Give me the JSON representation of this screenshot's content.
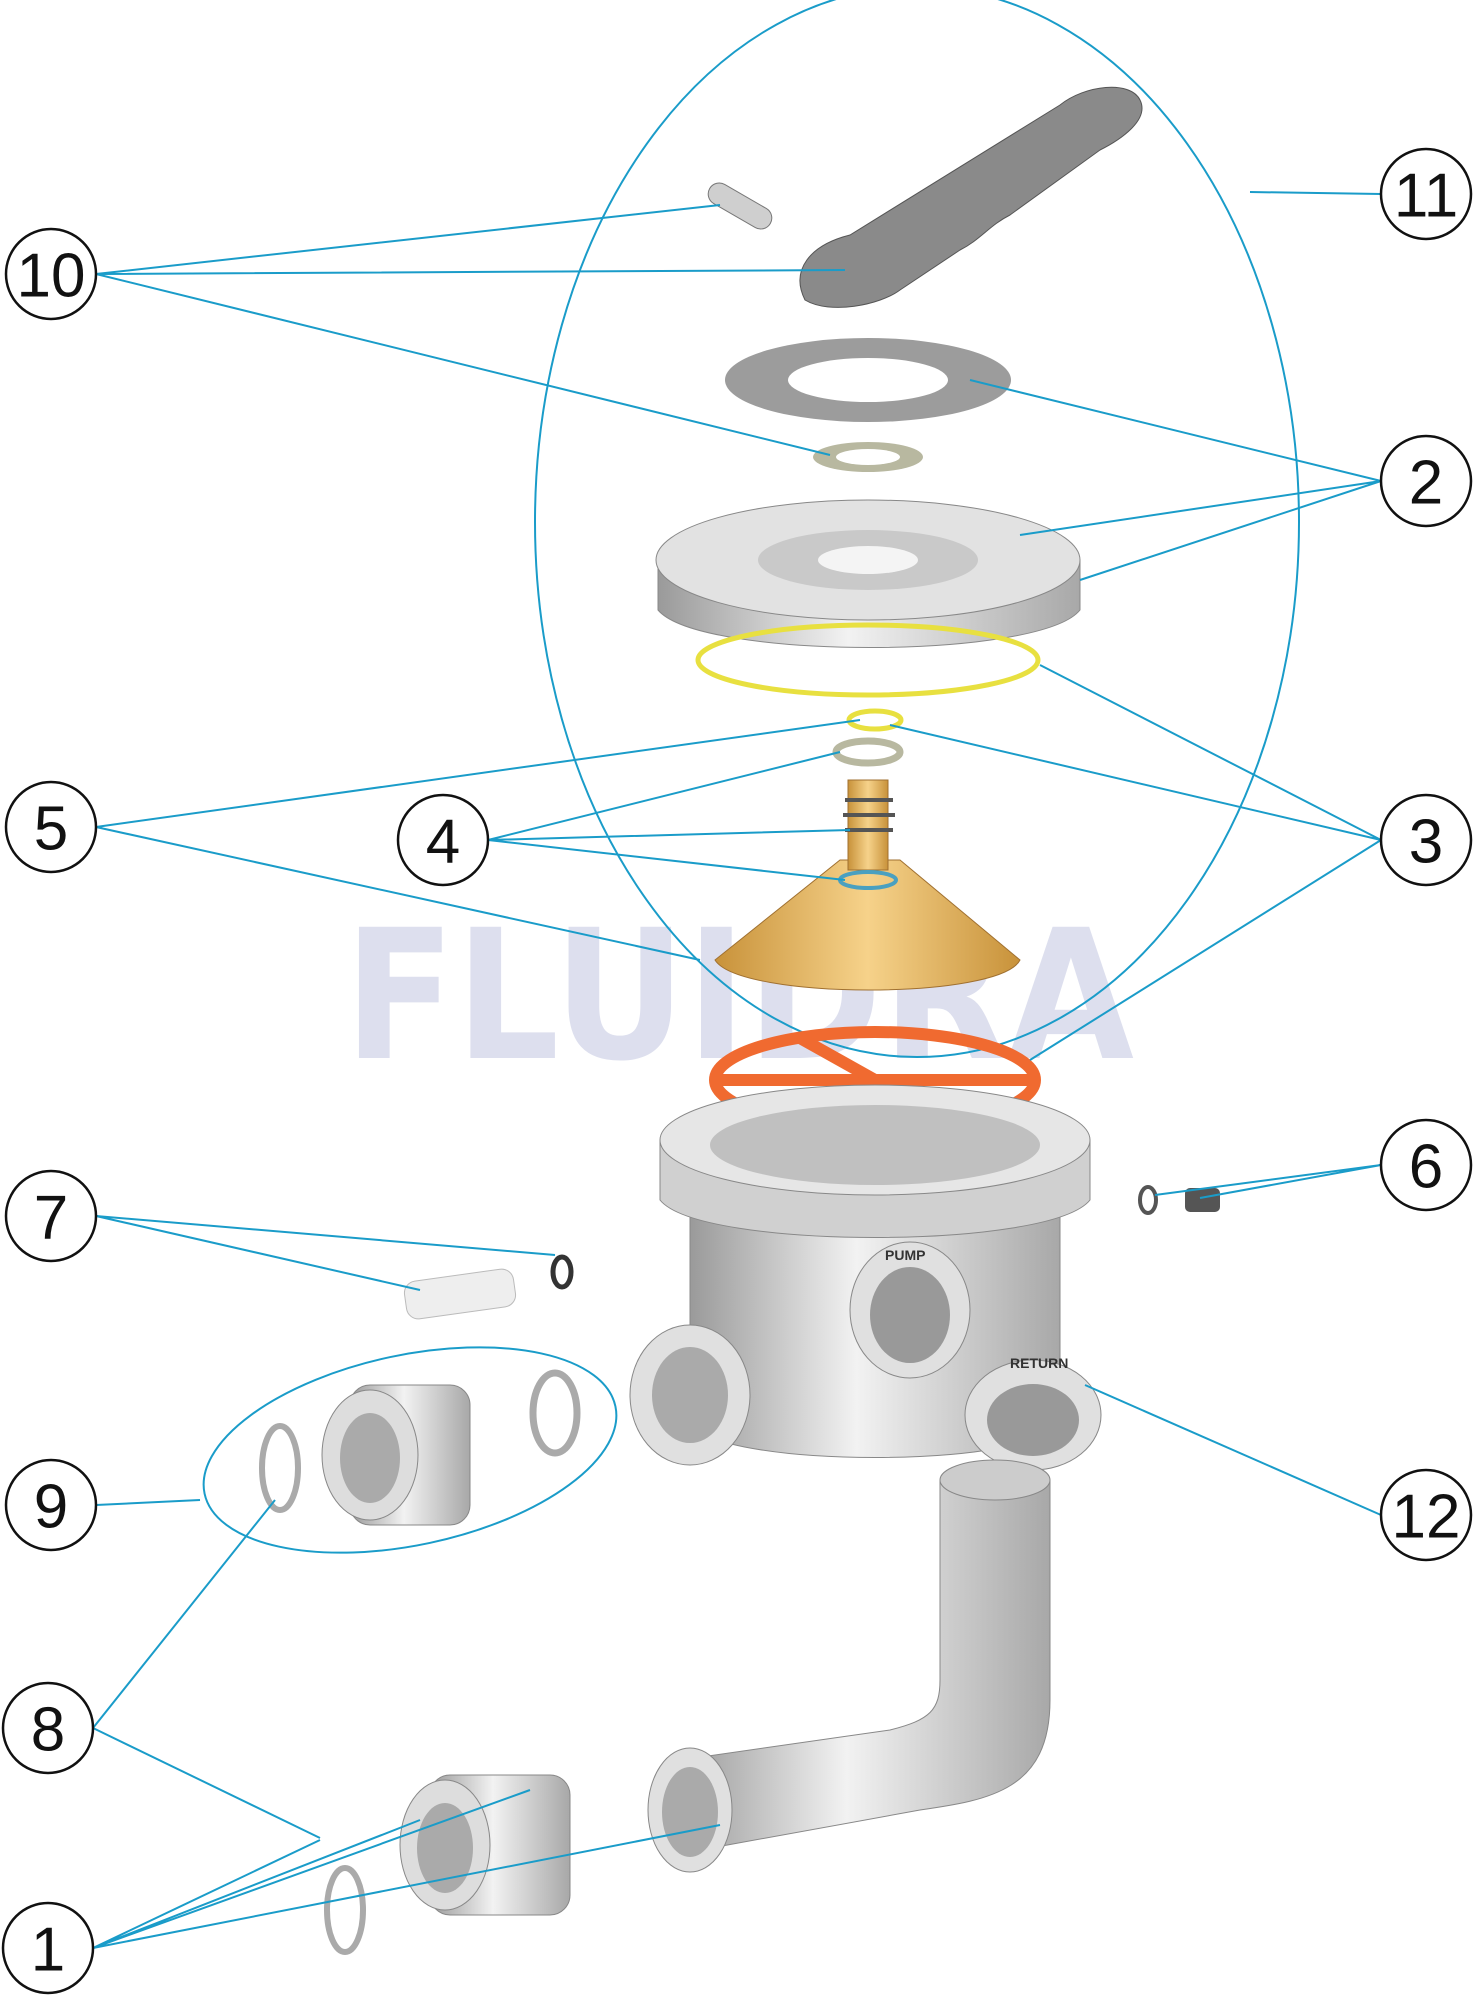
{
  "watermark": "FLUIDRA",
  "callouts": {
    "c1": "1",
    "c2": "2",
    "c3": "3",
    "c4": "4",
    "c5": "5",
    "c6": "6",
    "c7": "7",
    "c8": "8",
    "c9": "9",
    "c10": "10",
    "c11": "11",
    "c12": "12"
  },
  "ports": {
    "pump": "PUMP",
    "return": "RETURN"
  },
  "colors": {
    "leader": "#1a9cc9",
    "oring_yellow": "#e8e040",
    "diverter": "#e8b860",
    "gasket_orange": "#f06a30",
    "grey_part": "#c8c8c8"
  }
}
